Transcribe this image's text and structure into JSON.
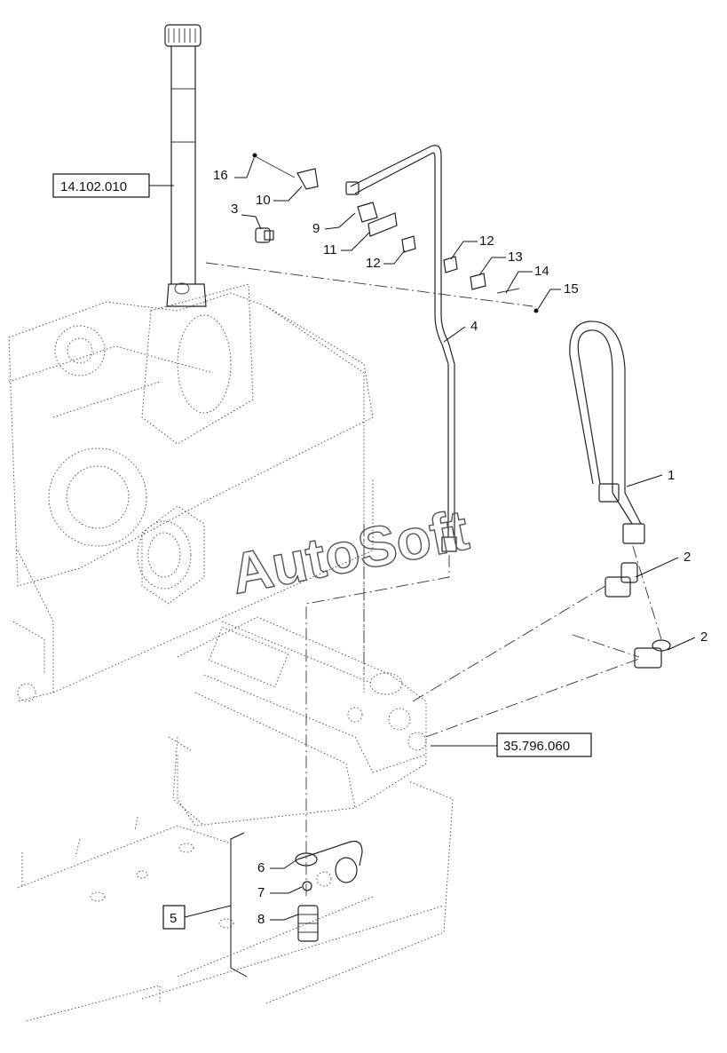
{
  "watermark": "AutoSoft",
  "reference_boxes": {
    "ref_left_top": "14.102.010",
    "ref_right_mid": "35.796.060",
    "ref_group": "5"
  },
  "callouts": {
    "c1": "1",
    "c2a": "2",
    "c2b": "2",
    "c3": "3",
    "c4": "4",
    "c6": "6",
    "c7": "7",
    "c8": "8",
    "c9": "9",
    "c10": "10",
    "c11": "11",
    "c12a": "12",
    "c12b": "12",
    "c13": "13",
    "c14": "14",
    "c15": "15",
    "c16": "16"
  }
}
